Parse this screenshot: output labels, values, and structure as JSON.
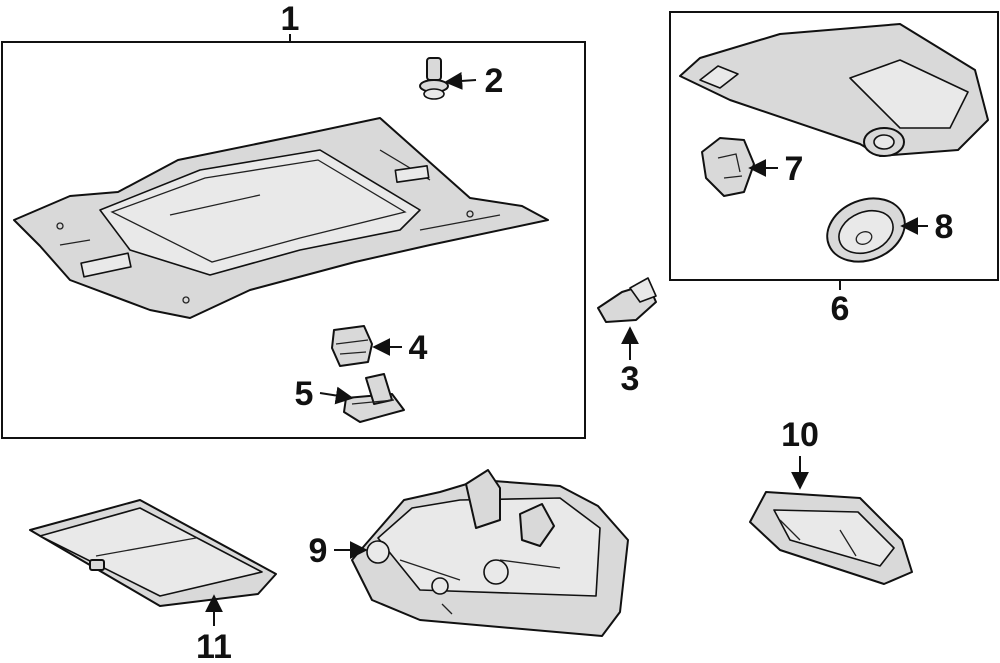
{
  "callouts": {
    "c1": "1",
    "c2": "2",
    "c3": "3",
    "c4": "4",
    "c5": "5",
    "c6": "6",
    "c7": "7",
    "c8": "8",
    "c9": "9",
    "c10": "10",
    "c11": "11"
  },
  "colors": {
    "part_fill": "#d9d9d9",
    "line": "#111111",
    "background": "#ffffff"
  }
}
